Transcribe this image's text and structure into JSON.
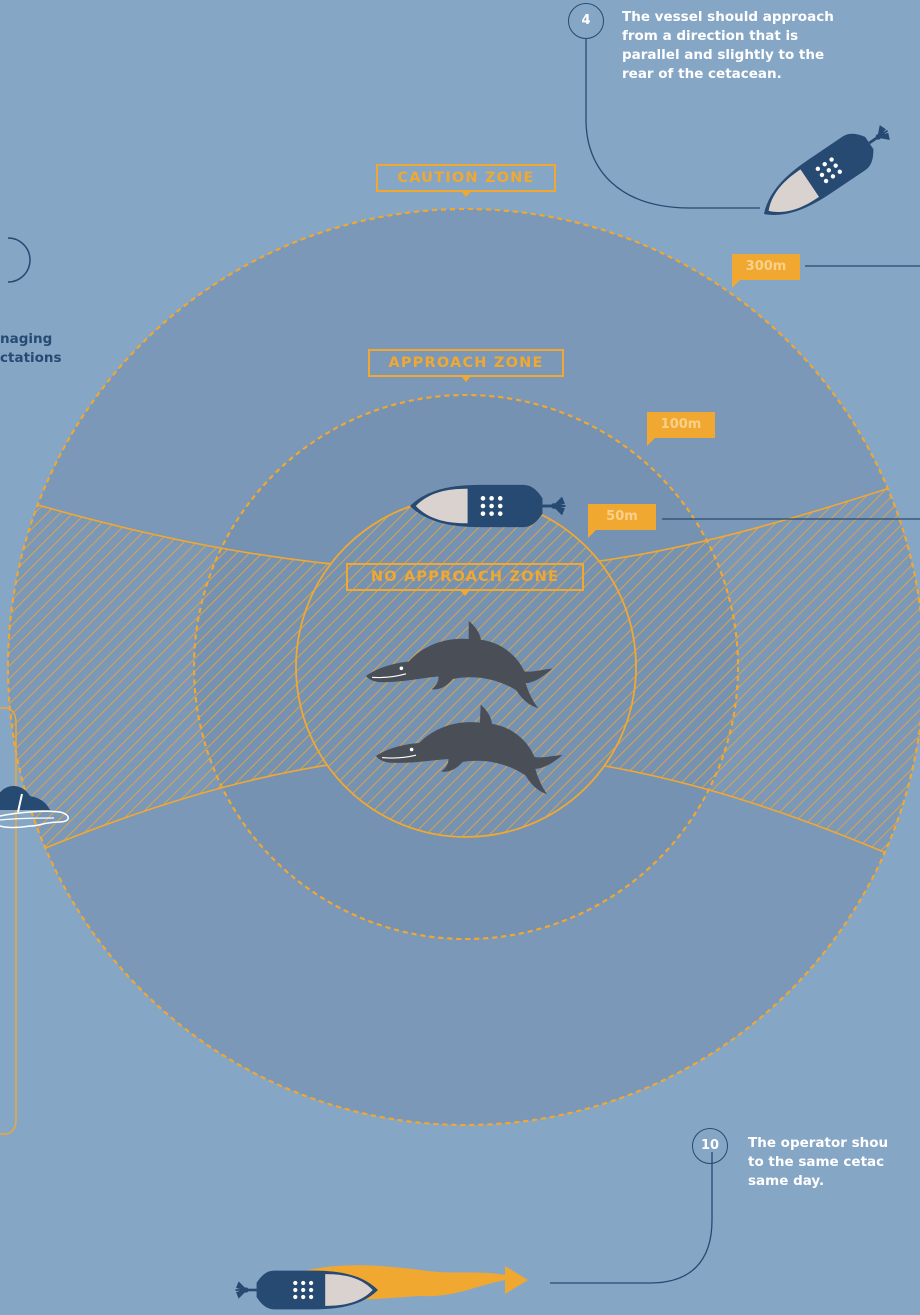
{
  "colors": {
    "background": "#86a6c6",
    "zone_fill_outer": "#7b98b8",
    "zone_fill_inner": "#7592b2",
    "accent_orange": "#f0a830",
    "navy": "#274a72",
    "dolphin": "#4a4e56"
  },
  "diagram": {
    "zones": [
      {
        "label": "CAUTION ZONE",
        "distance": "300m"
      },
      {
        "label": "APPROACH ZONE",
        "distance": "100m"
      },
      {
        "label": "NO APPROACH ZONE",
        "distance": "50m"
      }
    ],
    "notes": [
      {
        "number": "4",
        "text": [
          "The vessel should approach",
          "from a direction that is",
          "parallel and slightly to the",
          "rear of the cetacean."
        ]
      },
      {
        "number": "10",
        "text": [
          "The operator shou",
          "to the same cetac",
          "same day."
        ]
      }
    ],
    "partial_left_text": [
      "naging",
      "ctations"
    ],
    "icons": [
      "boat-icon",
      "dolphin-icon",
      "swimmer-icon"
    ]
  }
}
